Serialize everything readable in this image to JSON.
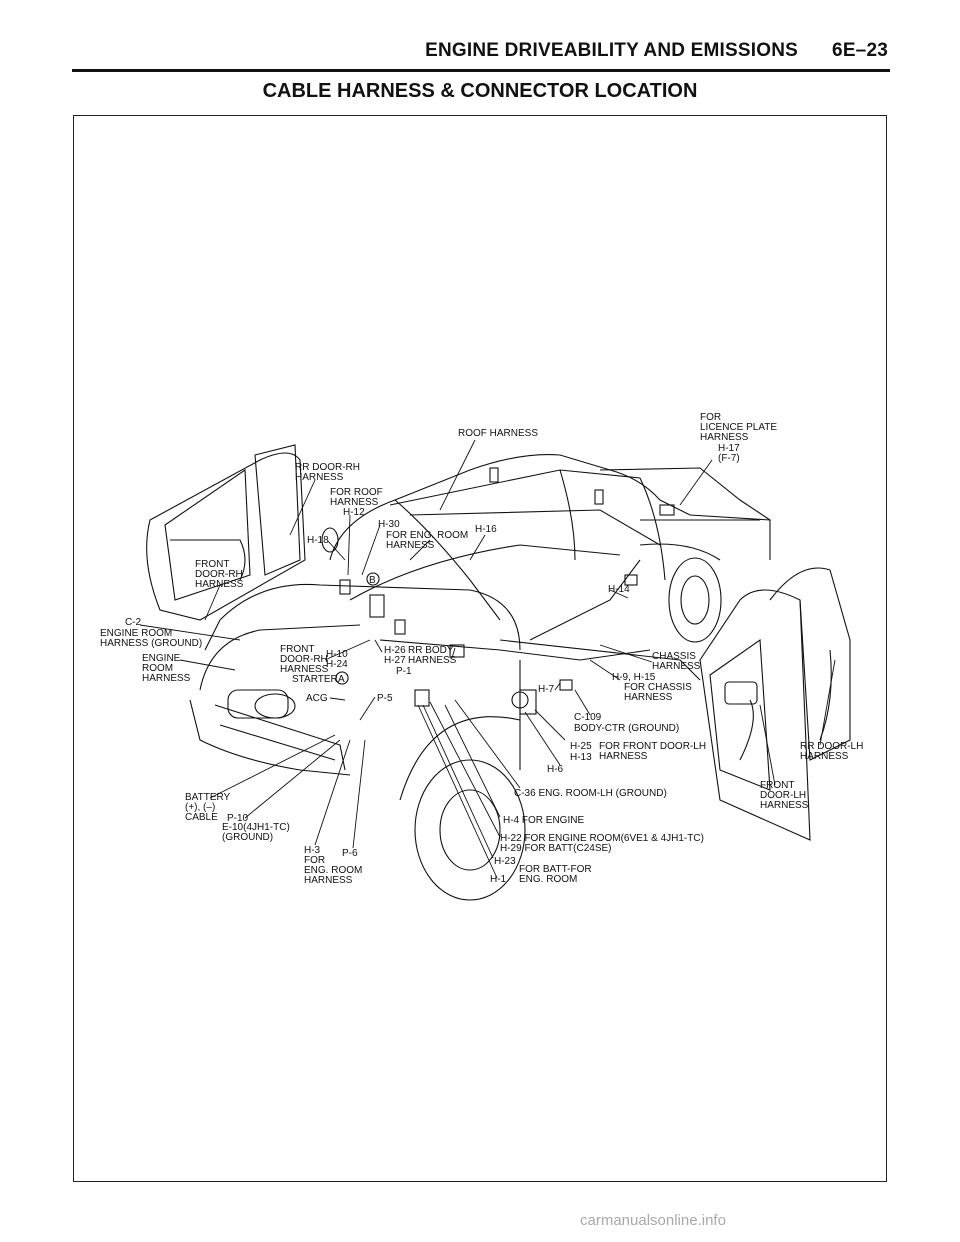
{
  "header": {
    "section": "ENGINE DRIVEABILITY AND EMISSIONS",
    "page": "6E–23"
  },
  "title": "CABLE HARNESS & CONNECTOR LOCATION",
  "labels": {
    "roof": "ROOF HARNESS",
    "lic1": "FOR",
    "lic2": "LICENCE PLATE",
    "lic3": "HARNESS",
    "h17": "H-17",
    "f7": "(F-7)",
    "rrdoorrh1": "RR DOOR-RH",
    "rrdoorrh2": "HARNESS",
    "forroof1": "FOR ROOF",
    "forroof2": "HARNESS",
    "h12": "H-12",
    "h30": "H-30",
    "foreng1": "FOR ENG. ROOM",
    "foreng2": "HARNESS",
    "h16": "H-16",
    "h18": "H-18",
    "frontrh1": "FRONT",
    "frontrh2": "DOOR-RH",
    "frontrh3": "HARNESS",
    "h14": "H-14",
    "c2": "C-2",
    "engground1": "ENGINE ROOM",
    "engground2": "HARNESS (GROUND)",
    "engine1": "ENGINE",
    "engine2": "ROOM",
    "engine3": "HARNESS",
    "frontrh_b1": "FRONT",
    "frontrh_b2": "DOOR-RH",
    "frontrh_b3": "HARNESS",
    "h10": "H-10",
    "h24": "H-24",
    "h26": "H-26",
    "h27": "H-27",
    "rrbody1": "RR BODY",
    "rrbody2": "HARNESS",
    "p1": "P-1",
    "chassis1": "CHASSIS",
    "chassis2": "HARNESS",
    "h9": "H-9, H-15",
    "forchassis1": "FOR CHASSIS",
    "forchassis2": "HARNESS",
    "starter": "STARTER",
    "a": "A",
    "b": "B",
    "acg": "ACG",
    "p5": "P-5",
    "h7": "H-7",
    "c109": "C-109",
    "bodyctr": "BODY-CTR (GROUND)",
    "h25": "H-25",
    "h13": "H-13",
    "forfrontlh1": "FOR FRONT DOOR-LH",
    "forfrontlh2": "HARNESS",
    "rrdoorlh1": "RR DOOR-LH",
    "rrdoorlh2": "HARNESS",
    "h6": "H-6",
    "frontlh1": "FRONT",
    "frontlh2": "DOOR-LH",
    "frontlh3": "HARNESS",
    "battery1": "BATTERY",
    "battery2": "(+), (–)",
    "battery3": "CABLE",
    "c36": "C-36  ENG. ROOM-LH (GROUND)",
    "p10": "P-10",
    "e10": "E-10(4JH1-TC)",
    "ground": "(GROUND)",
    "h4": "H-4  FOR ENGINE",
    "h22": "H-22 FOR ENGINE ROOM(6VE1 & 4JH1-TC)",
    "h29": "H-29 FOR BATT(C24SE)",
    "h3": "H-3",
    "for": "FOR",
    "engroom": "ENG. ROOM",
    "harness": "HARNESS",
    "p6": "P-6",
    "h23": "H-23",
    "h1": "H-1",
    "forbatt1": "FOR BATT-FOR",
    "forbatt2": "ENG. ROOM"
  },
  "watermark": "carmanualsonline.info"
}
